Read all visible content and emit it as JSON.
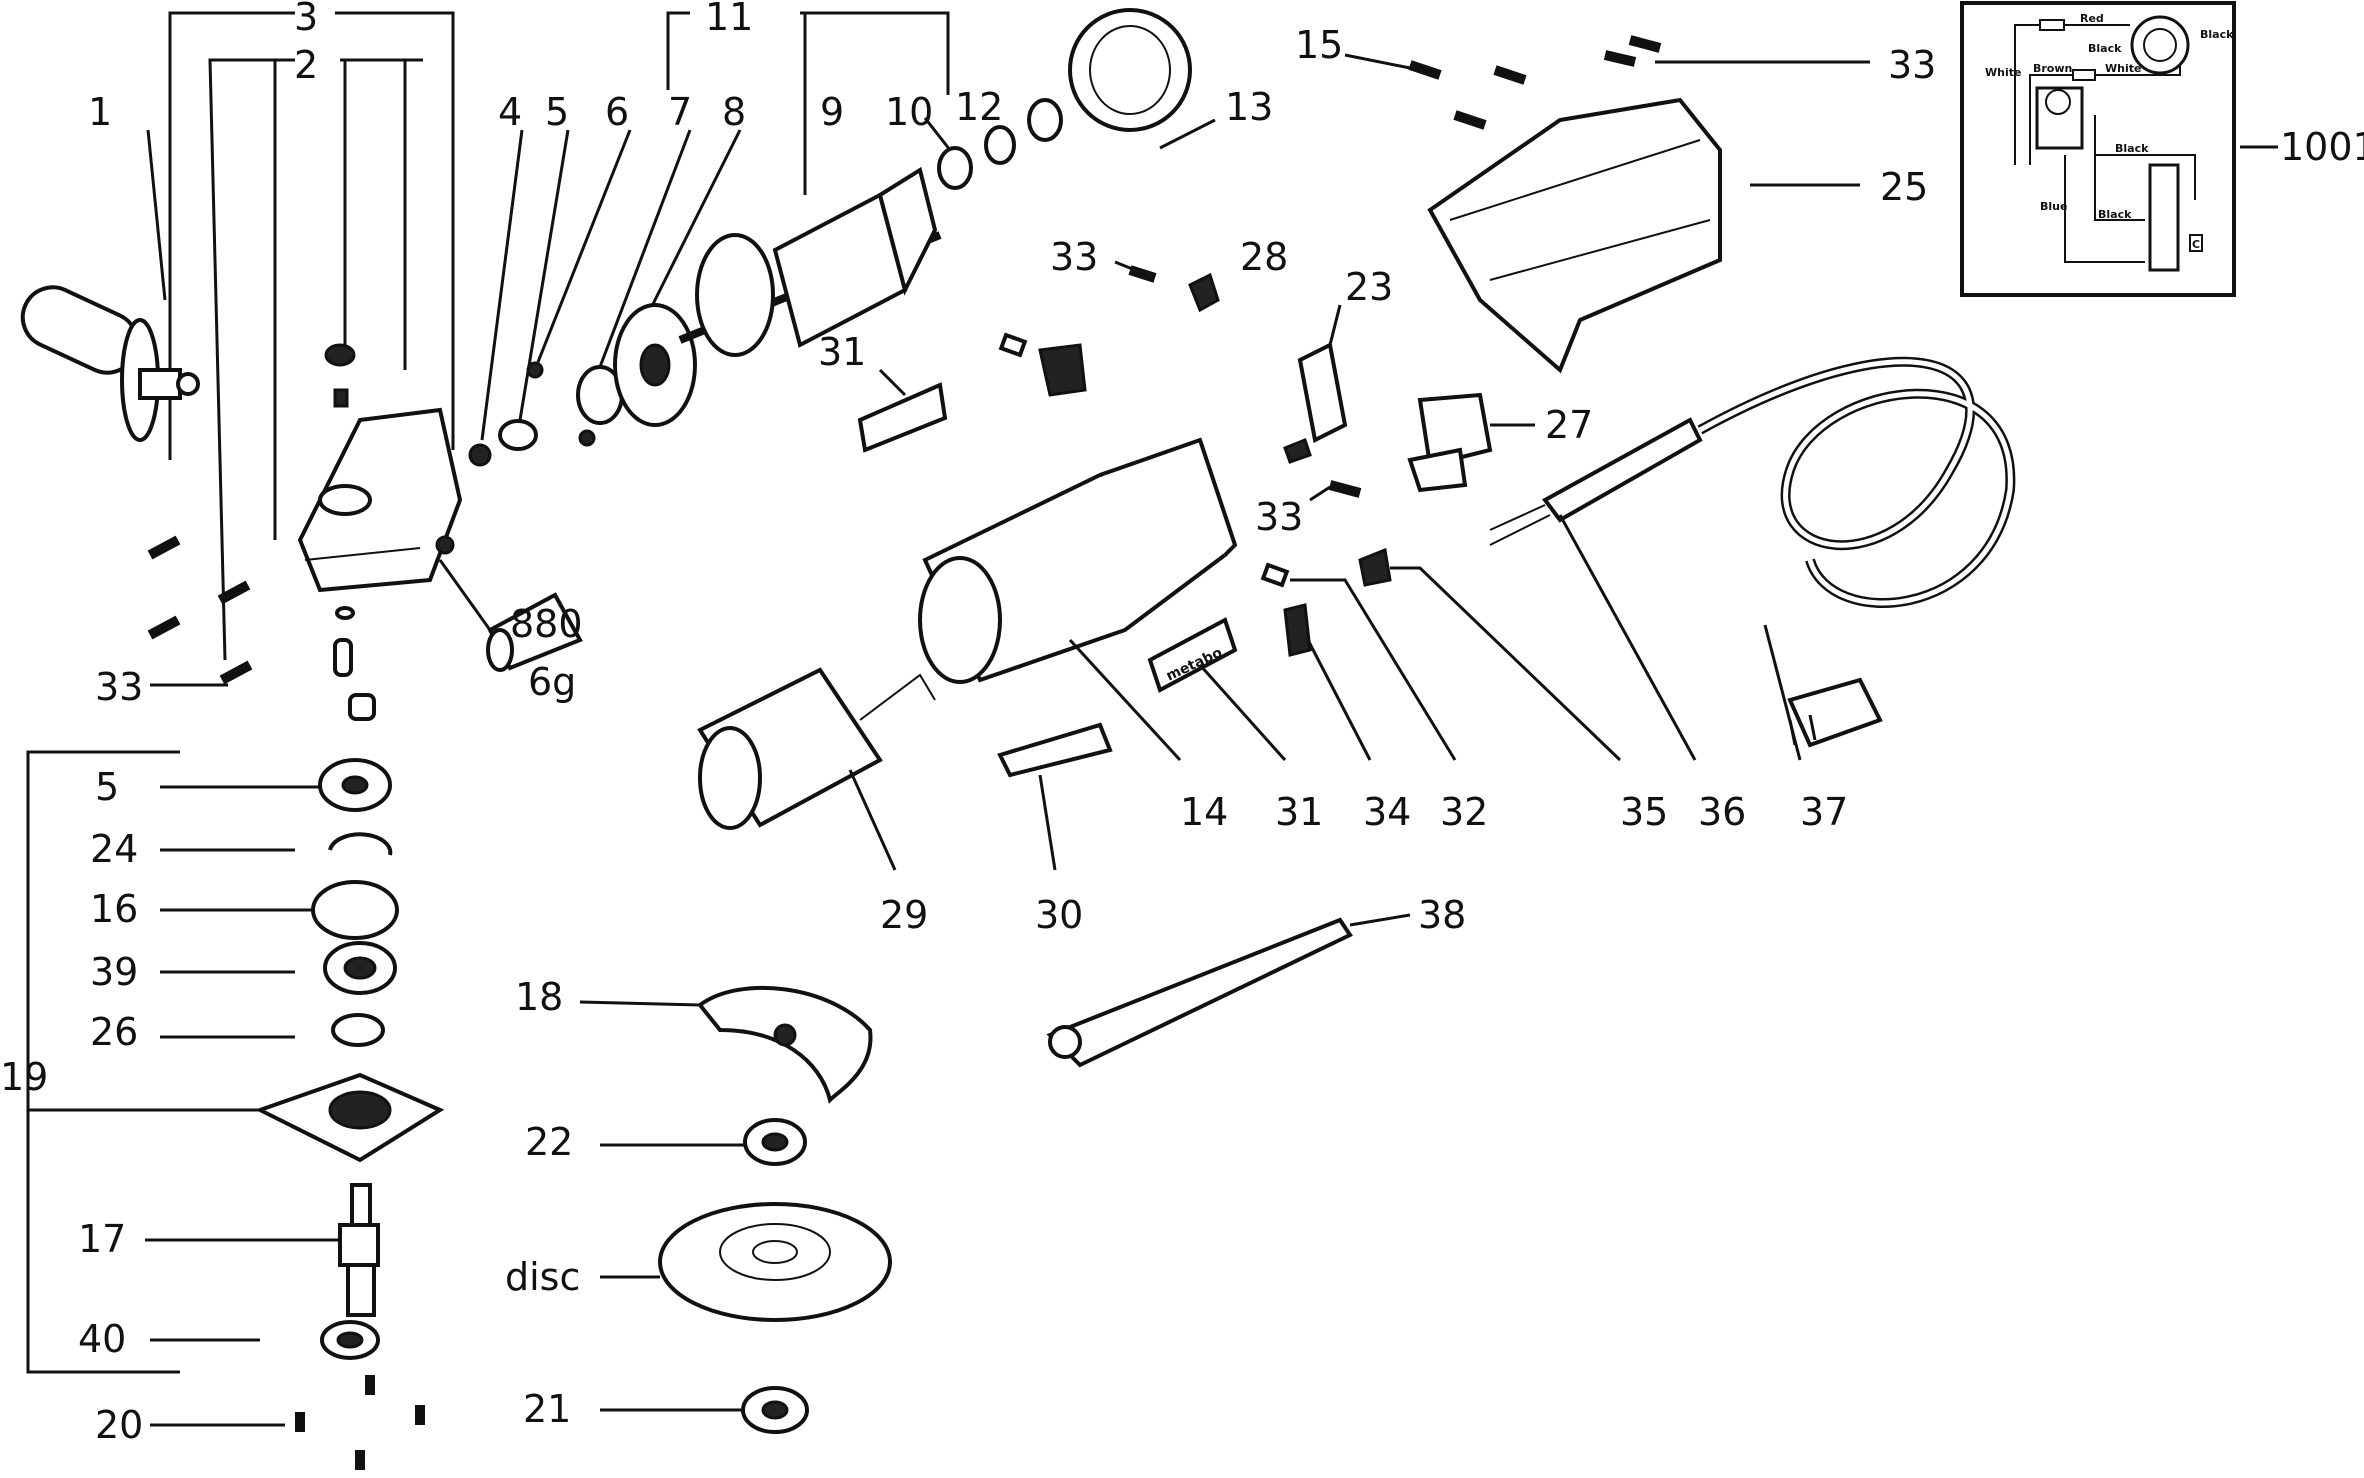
{
  "diagram": {
    "title": "Angle grinder exploded parts diagram",
    "callouts": [
      {
        "id": "c1",
        "text": "1"
      },
      {
        "id": "c2",
        "text": "2"
      },
      {
        "id": "c3",
        "text": "3"
      },
      {
        "id": "c4",
        "text": "4"
      },
      {
        "id": "c5a",
        "text": "5"
      },
      {
        "id": "c6",
        "text": "6"
      },
      {
        "id": "c7",
        "text": "7"
      },
      {
        "id": "c8",
        "text": "8"
      },
      {
        "id": "c9",
        "text": "9"
      },
      {
        "id": "c10",
        "text": "10"
      },
      {
        "id": "c11",
        "text": "11"
      },
      {
        "id": "c12",
        "text": "12"
      },
      {
        "id": "c13",
        "text": "13"
      },
      {
        "id": "c15",
        "text": "15"
      },
      {
        "id": "c33a",
        "text": "33"
      },
      {
        "id": "c1001",
        "text": "1001"
      },
      {
        "id": "c25",
        "text": "25"
      },
      {
        "id": "c33b",
        "text": "33"
      },
      {
        "id": "c28",
        "text": "28"
      },
      {
        "id": "c23",
        "text": "23"
      },
      {
        "id": "c31a",
        "text": "31"
      },
      {
        "id": "c27",
        "text": "27"
      },
      {
        "id": "c33c",
        "text": "33"
      },
      {
        "id": "c33d",
        "text": "33"
      },
      {
        "id": "c6g",
        "text": "6g"
      },
      {
        "id": "c19",
        "text": "19"
      },
      {
        "id": "c5b",
        "text": "5"
      },
      {
        "id": "c24",
        "text": "24"
      },
      {
        "id": "c16",
        "text": "16"
      },
      {
        "id": "c39",
        "text": "39"
      },
      {
        "id": "c26",
        "text": "26"
      },
      {
        "id": "c17",
        "text": "17"
      },
      {
        "id": "c40",
        "text": "40"
      },
      {
        "id": "c20",
        "text": "20"
      },
      {
        "id": "c14",
        "text": "14"
      },
      {
        "id": "c31b",
        "text": "31"
      },
      {
        "id": "c34",
        "text": "34"
      },
      {
        "id": "c32",
        "text": "32"
      },
      {
        "id": "c35",
        "text": "35"
      },
      {
        "id": "c36",
        "text": "36"
      },
      {
        "id": "c37",
        "text": "37"
      },
      {
        "id": "c29",
        "text": "29"
      },
      {
        "id": "c30",
        "text": "30"
      },
      {
        "id": "c38",
        "text": "38"
      },
      {
        "id": "c18",
        "text": "18"
      },
      {
        "id": "c22",
        "text": "22"
      },
      {
        "id": "cdisc",
        "text": "disc"
      },
      {
        "id": "c21",
        "text": "21"
      }
    ],
    "grease_tube_label": "880",
    "nameplate_text": "metabo",
    "wiring": {
      "labels": [
        "Red",
        "Black",
        "Black",
        "White",
        "Brown",
        "White",
        "Black",
        "Blue",
        "Black",
        "C"
      ]
    }
  }
}
